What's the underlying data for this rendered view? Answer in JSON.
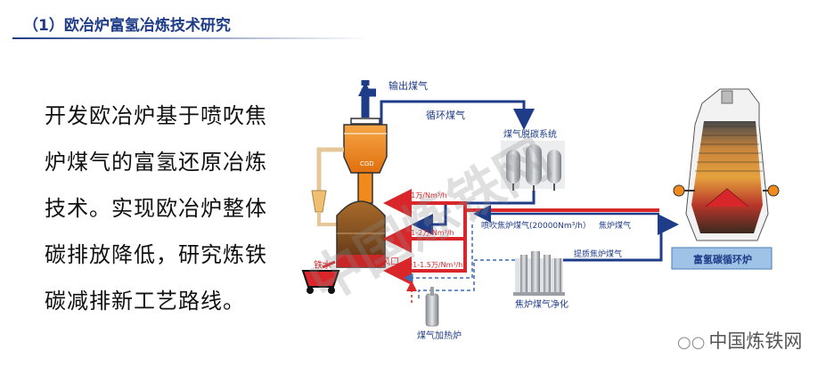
{
  "header": {
    "title": "（1）欧冶炉富氢冶炼技术研究"
  },
  "body_text": {
    "lines": [
      "开发欧冶炉基于喷吹焦",
      "炉煤气的富氢还原冶炼",
      "技术。实现欧冶炉整体",
      "碳排放降低，研究炼铁",
      "碳减排新工艺路线。"
    ]
  },
  "diagram": {
    "labels": {
      "output_gas": "输出煤气",
      "recycle_gas": "循环煤气",
      "decarb_system": "煤气脱碳系统",
      "cgd": "CGD",
      "rate1": "①1万/Nm³/h",
      "rate2": "②1-2万/Nm³/h",
      "rate3": "①1-1.5万/Nm³/h",
      "tuyere": "风口",
      "hot_metal": "铁水",
      "injection": "喷吹焦炉煤气(20000Nm³/h）",
      "coke_gas": "焦炉煤气",
      "upgraded_gas": "提质焦炉煤气",
      "coke_gas_purification": "焦炉煤气净化",
      "gas_heater": "煤气加热炉",
      "furnace_name": "富氢碳循环炉"
    },
    "colors": {
      "red": "#d9262a",
      "blue": "#1f3c88",
      "dash_blue": "#3b6db5",
      "orange": "#f08a1c"
    }
  },
  "watermarks": {
    "diagonal": "中国炼铁网",
    "bottom": "中国炼铁网",
    "wechat_icon": "wechat-icon"
  }
}
